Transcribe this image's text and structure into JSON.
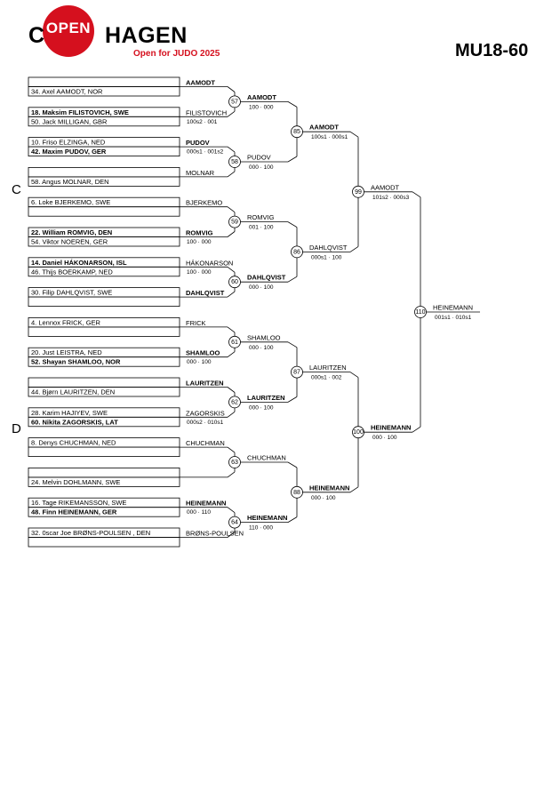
{
  "logo": {
    "c": "C",
    "open": "OPEN",
    "hagen": "HAGEN",
    "tagline": "Open for JUDO 2025"
  },
  "category": "MU18-60",
  "pools": [
    "C",
    "D"
  ],
  "entries": [
    {
      "text": "",
      "bold": false
    },
    {
      "text": "34. Axel AAMODT, NOR",
      "bold": false
    },
    {
      "text": "18. Maksim FILISTOVICH, SWE",
      "bold": true
    },
    {
      "text": "50. Jack MILLIGAN, GBR",
      "bold": false
    },
    {
      "text": "10. Friso ELZINGA, NED",
      "bold": false
    },
    {
      "text": "42. Maxim PUDOV, GER",
      "bold": true
    },
    {
      "text": "",
      "bold": false
    },
    {
      "text": "58. Angus MOLNAR, DEN",
      "bold": false
    },
    {
      "text": "6. Loke BJERKEMO, SWE",
      "bold": false
    },
    {
      "text": "",
      "bold": false
    },
    {
      "text": "22. William ROMVIG, DEN",
      "bold": true
    },
    {
      "text": "54. Viktor NOEREN, GER",
      "bold": false
    },
    {
      "text": "14. Daniel HÁKONARSON, ISL",
      "bold": true
    },
    {
      "text": "46. Thijs BOERKAMP, NED",
      "bold": false
    },
    {
      "text": "30. Filip DAHLQVIST, SWE",
      "bold": false
    },
    {
      "text": "",
      "bold": false
    },
    {
      "text": "4. Lennox FRICK, GER",
      "bold": false
    },
    {
      "text": "",
      "bold": false
    },
    {
      "text": "20. Just LEISTRA, NED",
      "bold": false
    },
    {
      "text": "52. Shayan SHAMLOO, NOR",
      "bold": true
    },
    {
      "text": "",
      "bold": false
    },
    {
      "text": "44. Bjørn LAURITZEN, DEN",
      "bold": false
    },
    {
      "text": "28. Karim HAJIYEV, SWE",
      "bold": false
    },
    {
      "text": "60. Nikita ZAGORSKIS, LAT",
      "bold": true
    },
    {
      "text": "8. Denys CHUCHMAN, NED",
      "bold": false
    },
    {
      "text": "",
      "bold": false
    },
    {
      "text": "",
      "bold": false
    },
    {
      "text": "24. Melvin DOHLMANN, SWE",
      "bold": false
    },
    {
      "text": "16. Tage RIKEMANSSON, SWE",
      "bold": false
    },
    {
      "text": "48. Finn HEINEMANN, GER",
      "bold": true
    },
    {
      "text": "32. 0scar Joe BRØNS-POULSEN , DEN",
      "bold": false
    },
    {
      "text": "",
      "bold": false
    }
  ],
  "round1": [
    {
      "match": "57",
      "winner": "AAMODT",
      "winner_bold": true,
      "score": "",
      "other": "FILISTOVICH",
      "other_bold": false,
      "extra": "100s2 · 001"
    },
    {
      "match": "58",
      "winner": "PUDOV",
      "winner_bold": true,
      "score": "000s1 · 001s2",
      "other": "MOLNAR",
      "other_bold": false,
      "extra": ""
    },
    {
      "match": "59",
      "winner": "BJERKEMO",
      "winner_bold": false,
      "score": "",
      "other": "ROMVIG",
      "other_bold": true,
      "extra": "100 · 000"
    },
    {
      "match": "60",
      "winner": "HÁKONARSON",
      "winner_bold": false,
      "score": "100 · 000",
      "other": "DAHLQVIST",
      "other_bold": true,
      "extra": ""
    },
    {
      "match": "61",
      "winner": "FRICK",
      "winner_bold": false,
      "score": "",
      "other": "SHAMLOO",
      "other_bold": true,
      "extra": "000 · 100"
    },
    {
      "match": "62",
      "winner": "LAURITZEN",
      "winner_bold": true,
      "score": "",
      "other": "ZAGORSKIS",
      "other_bold": false,
      "extra": "000s2 · 010s1"
    },
    {
      "match": "63",
      "winner": "CHUCHMAN",
      "winner_bold": false,
      "score": "",
      "other": "",
      "other_bold": false,
      "extra": ""
    },
    {
      "match": "64",
      "winner": "HEINEMANN",
      "winner_bold": true,
      "score": "000 · 110",
      "other": "BRØNS-POULSEN",
      "other_bold": false,
      "extra": ""
    }
  ],
  "round2": [
    {
      "name": "AAMODT",
      "bold": true,
      "score": "100 · 000"
    },
    {
      "name": "PUDOV",
      "bold": false,
      "score": "000 · 100"
    },
    {
      "name": "ROMVIG",
      "bold": false,
      "score": "001 · 100"
    },
    {
      "name": "DAHLQVIST",
      "bold": true,
      "score": "000 · 100"
    },
    {
      "name": "SHAMLOO",
      "bold": false,
      "score": "000 · 100"
    },
    {
      "name": "LAURITZEN",
      "bold": true,
      "score": "000 · 100"
    },
    {
      "name": "CHUCHMAN",
      "bold": false,
      "score": ""
    },
    {
      "name": "HEINEMANN",
      "bold": true,
      "score": "110 · 000"
    }
  ],
  "round2_matches": [
    "85",
    "86",
    "87",
    "88"
  ],
  "round3": [
    {
      "name": "AAMODT",
      "bold": true,
      "score": "100s1 · 000s1"
    },
    {
      "name": "DAHLQVIST",
      "bold": false,
      "score": "000s1 · 100"
    },
    {
      "name": "LAURITZEN",
      "bold": false,
      "score": "000s1 · 002"
    },
    {
      "name": "HEINEMANN",
      "bold": true,
      "score": "000 · 100"
    }
  ],
  "round3_matches": [
    "99",
    "100"
  ],
  "round4": [
    {
      "name": "AAMODT",
      "bold": false,
      "score": "101s2 · 000s3"
    },
    {
      "name": "HEINEMANN",
      "bold": true,
      "score": "000 · 100"
    }
  ],
  "final_match": "110",
  "final": {
    "name": "HEINEMANN",
    "bold": false,
    "score": "001s1 · 010s1"
  }
}
